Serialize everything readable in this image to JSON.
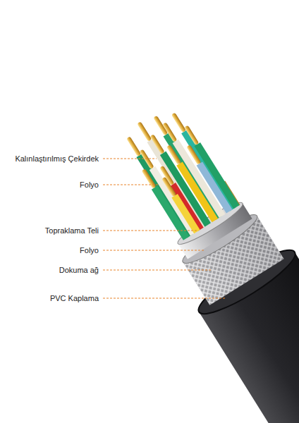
{
  "diagram": {
    "labels": [
      "Kalınlaştırılmış Çekirdek",
      "Folyo",
      "Topraklama Teli",
      "Folyo",
      "Dokuma ağ",
      "PVC Kaplama"
    ]
  }
}
